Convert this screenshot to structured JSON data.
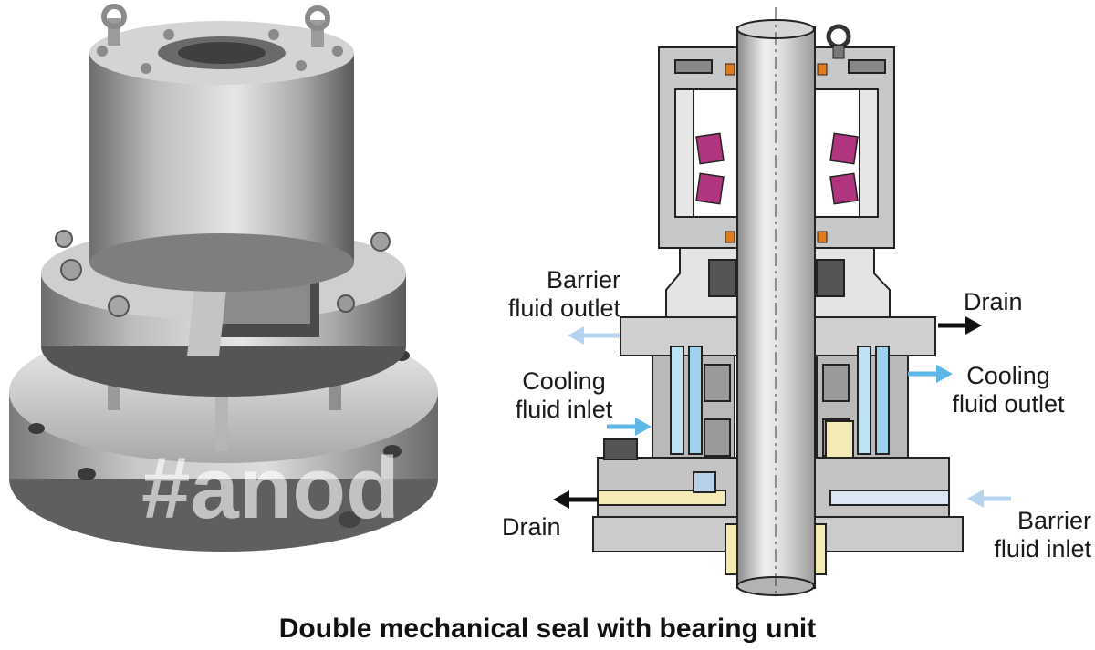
{
  "caption": "Double mechanical seal with bearing unit",
  "watermark": "#anod",
  "labels": {
    "barrier_outlet": [
      "Barrier",
      "fluid outlet"
    ],
    "drain_right": "Drain",
    "cooling_inlet": [
      "Cooling",
      "fluid inlet"
    ],
    "cooling_outlet": [
      "Cooling",
      "fluid outlet"
    ],
    "drain_left": "Drain",
    "barrier_inlet": [
      "Barrier",
      "fluid inlet"
    ]
  },
  "colors": {
    "steel_light": "#d9d9d9",
    "steel_mid": "#b3b3b3",
    "steel_dark": "#6e6e6e",
    "section_fill": "#c8c8c8",
    "bearing_roller": "#b0357e",
    "oring": "#e07b1a",
    "fluid_yellow": "#f3eab5",
    "cooling_blue": "#bfe1f4",
    "arrow_blue": "#5cb6e6",
    "arrow_faint_blue": "#b4d4ef",
    "arrow_black": "#111111"
  }
}
